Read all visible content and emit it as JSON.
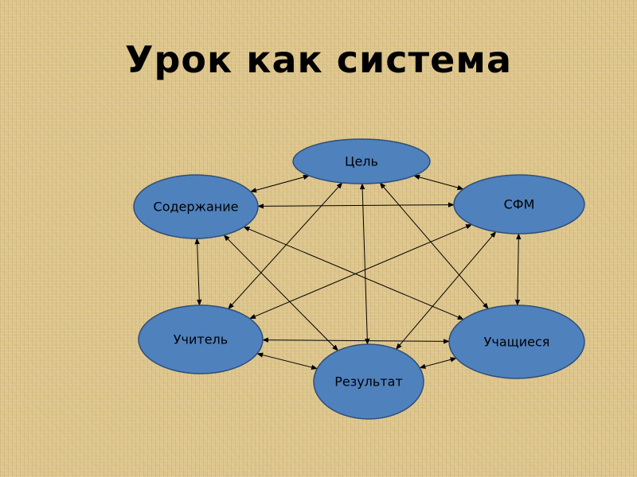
{
  "title": "Урок как система",
  "colors": {
    "node_fill": "#4f81bd",
    "edge": "#000000"
  },
  "nodes": [
    {
      "id": "goal",
      "label": "Цель"
    },
    {
      "id": "content",
      "label": "Содержание"
    },
    {
      "id": "sfm",
      "label": "СФМ"
    },
    {
      "id": "teacher",
      "label": "Учитель"
    },
    {
      "id": "students",
      "label": "Учащиеся"
    },
    {
      "id": "result",
      "label": "Результат"
    }
  ],
  "edges": [
    [
      "goal",
      "content"
    ],
    [
      "goal",
      "sfm"
    ],
    [
      "goal",
      "teacher"
    ],
    [
      "goal",
      "result"
    ],
    [
      "goal",
      "students"
    ],
    [
      "content",
      "sfm"
    ],
    [
      "content",
      "teacher"
    ],
    [
      "content",
      "result"
    ],
    [
      "content",
      "students"
    ],
    [
      "sfm",
      "teacher"
    ],
    [
      "sfm",
      "students"
    ],
    [
      "sfm",
      "result"
    ],
    [
      "teacher",
      "students"
    ],
    [
      "teacher",
      "result"
    ],
    [
      "students",
      "result"
    ]
  ]
}
